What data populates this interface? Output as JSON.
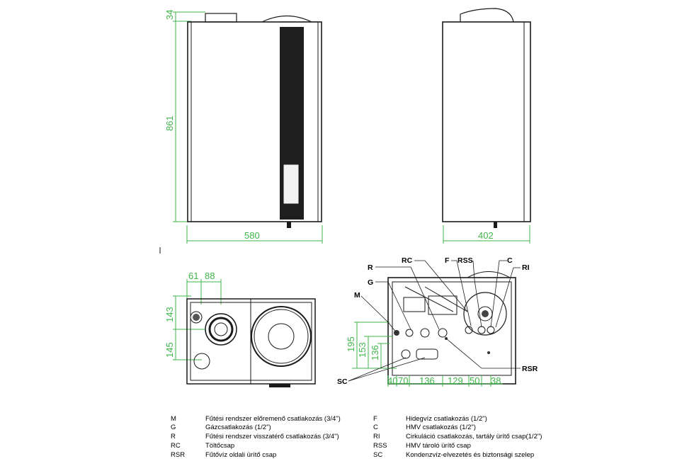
{
  "front_view": {
    "dim_top": "34",
    "dim_height": "861",
    "dim_width": "580"
  },
  "side_view": {
    "dim_depth": "402"
  },
  "bottom_left_view": {
    "dim_h1": "61",
    "dim_h2": "88",
    "dim_v1": "143",
    "dim_v2": "145"
  },
  "connection_view": {
    "callouts": {
      "R": "R",
      "G": "G",
      "M": "M",
      "RC": "RC",
      "F": "F",
      "RSS": "RSS",
      "C": "C",
      "RI": "RI",
      "RSR": "RSR",
      "SC": "SC"
    },
    "vertical_dims": [
      "195",
      "153",
      "136"
    ],
    "horizontal_dims": [
      "40",
      "70",
      "136",
      "129",
      "50",
      "38"
    ]
  },
  "legend": {
    "left": [
      {
        "code": "M",
        "text": "Fűtési rendszer előremenő csatlakozás (3/4\")"
      },
      {
        "code": "G",
        "text": "Gázcsatlakozás (1/2\")"
      },
      {
        "code": "R",
        "text": "Fűtési rendszer visszatérő csatlakozás (3/4\")"
      },
      {
        "code": "RC",
        "text": "Töltőcsap"
      },
      {
        "code": "RSR",
        "text": "Fűtővíz oldali ürítő csap"
      }
    ],
    "right": [
      {
        "code": "F",
        "text": "Hidegvíz csatlakozás (1/2\")"
      },
      {
        "code": "C",
        "text": "HMV csatlakozás (1/2\")"
      },
      {
        "code": "RI",
        "text": "Cirkuláció csatlakozás, tartály ürítő csap(1/2\")"
      },
      {
        "code": "RSS",
        "text": "HMV tároló ürítő csap"
      },
      {
        "code": "SC",
        "text": "Kondenzvíz-elvezetés és biztonsági szelep"
      }
    ]
  }
}
